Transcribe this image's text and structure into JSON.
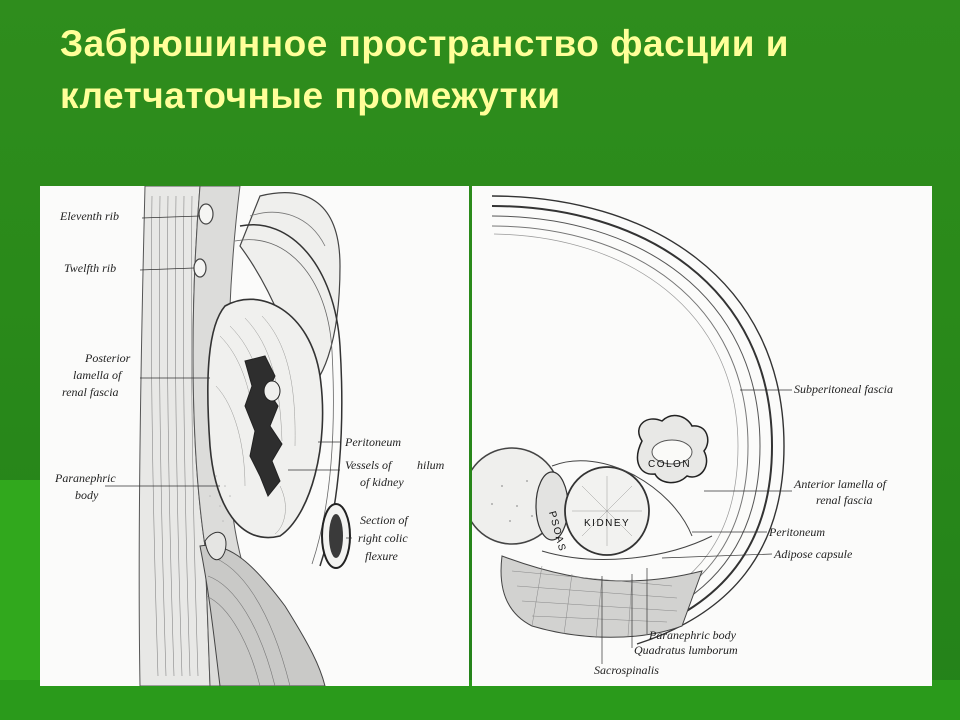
{
  "slide": {
    "title": "Забрюшинное пространство фасции и клетчаточные промежутки",
    "colors": {
      "background": "#2a8a1a",
      "title": "#ffff99",
      "panel": "#fbfbfa"
    }
  },
  "left_figure": {
    "labels": {
      "eleventh_rib": "Eleventh rib",
      "twelfth_rib": "Twelfth rib",
      "posterior_lamella_1": "Posterior",
      "posterior_lamella_2": "lamella of",
      "posterior_lamella_3": "renal fascia",
      "peritoneum": "Peritoneum",
      "vessels_1": "Vessels of",
      "vessels_hilum": "hilum",
      "vessels_2": "of kidney",
      "paranephric_1": "Paranephric",
      "paranephric_2": "body",
      "section_1": "Section of",
      "section_2": "right colic",
      "section_3": "flexure"
    }
  },
  "right_figure": {
    "organ_labels": {
      "colon": "COLON",
      "kidney": "KIDNEY",
      "psoas": "PSOAS"
    },
    "labels": {
      "subperitoneal_fascia": "Subperitoneal fascia",
      "anterior_lamella_1": "Anterior lamella of",
      "anterior_lamella_2": "renal fascia",
      "peritoneum": "Peritoneum",
      "adipose_capsule": "Adipose capsule",
      "paranephric_body": "Paranephric body",
      "quadratus_lumborum": "Quadratus lumborum",
      "sacrospinalis": "Sacrospinalis"
    }
  }
}
